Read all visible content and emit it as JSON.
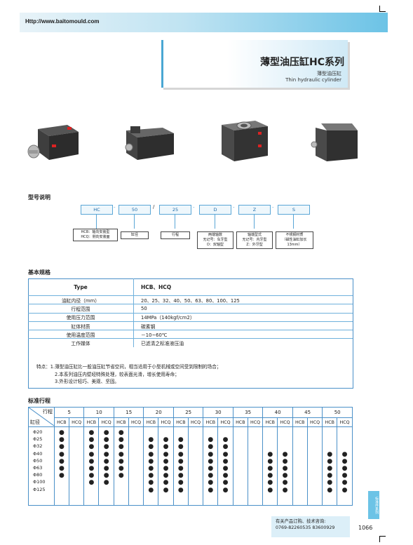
{
  "header": {
    "url": "Http://www.baitomould.com"
  },
  "title": {
    "main": "薄型油压缸HC系列",
    "sub_cn": "薄型油压缸",
    "sub_en": "Thin hydraulic cylinder"
  },
  "model": {
    "section_title": "型号说明",
    "codes": [
      "HC",
      "50",
      "25",
      "D",
      "Z",
      "S"
    ],
    "slash": "/",
    "desc": [
      [
        "HCB：轴向安装型",
        "HCQ：侧向安装面"
      ],
      [
        "缸径"
      ],
      [
        "行程"
      ],
      [
        "两端轴数",
        "无记号：车牙型",
        "D：双轴型"
      ],
      [
        "轴端型式",
        "无记号：内牙型",
        "Z：外牙型"
      ],
      [
        "不锈钢材质",
        "（磁性油缸加长",
        "13mm）"
      ]
    ]
  },
  "spec": {
    "section_title": "基本规格",
    "rows": [
      [
        "Type",
        "HCB、HCQ"
      ],
      [
        "油缸内径（mm）",
        "20、25、32、40、50、63、80、100、125"
      ],
      [
        "行程范围",
        "50"
      ],
      [
        "使用压力范围",
        "14MPa（140kgf/cm2）"
      ],
      [
        "缸体材质",
        "碳素钢"
      ],
      [
        "使用温度范围",
        "－10~60℃"
      ],
      [
        "工作媒体",
        "已滤清之标准液压油"
      ]
    ],
    "notes": [
      "特点：1.薄型油压缸比一般油压缸节省空间，相当适用于小型机械或空间受到限制的场合；",
      "2.本系列油压内壁经特殊处理，较表面光滑，增长使用寿命；",
      "3.外形设计轻巧、美观、坚固。"
    ]
  },
  "stroke": {
    "section_title": "标准行程",
    "corner_top": "行程",
    "corner_bottom": "缸径",
    "strokes": [
      "5",
      "10",
      "15",
      "20",
      "25",
      "30",
      "35",
      "40",
      "45",
      "50"
    ],
    "sub": [
      "HCB",
      "HCQ"
    ],
    "diameters": [
      "Φ20",
      "Φ25",
      "Φ32",
      "Φ40",
      "Φ50",
      "Φ63",
      "Φ80",
      "Φ100",
      "Φ125"
    ],
    "dots": [
      [
        1,
        1,
        1,
        1,
        1,
        1,
        1,
        0,
        0
      ],
      [
        0,
        0,
        0,
        0,
        0,
        0,
        0,
        0,
        0
      ],
      [
        1,
        1,
        1,
        1,
        1,
        1,
        1,
        1,
        0
      ],
      [
        1,
        1,
        1,
        1,
        1,
        1,
        1,
        1,
        0
      ],
      [
        1,
        1,
        1,
        1,
        1,
        1,
        1,
        0,
        0
      ],
      [
        0,
        0,
        0,
        0,
        0,
        0,
        0,
        0,
        0
      ],
      [
        0,
        1,
        1,
        1,
        1,
        1,
        1,
        1,
        1
      ],
      [
        0,
        1,
        1,
        1,
        1,
        1,
        1,
        1,
        1
      ],
      [
        0,
        1,
        1,
        1,
        1,
        1,
        1,
        1,
        1
      ],
      [
        0,
        0,
        0,
        0,
        0,
        0,
        0,
        0,
        0
      ],
      [
        0,
        1,
        1,
        1,
        1,
        1,
        1,
        1,
        1
      ],
      [
        0,
        1,
        1,
        1,
        1,
        1,
        1,
        1,
        1
      ],
      [
        0,
        0,
        0,
        0,
        0,
        0,
        0,
        0,
        0
      ],
      [
        0,
        0,
        0,
        0,
        0,
        0,
        0,
        0,
        0
      ],
      [
        0,
        0,
        0,
        1,
        1,
        1,
        1,
        1,
        1
      ],
      [
        0,
        0,
        0,
        1,
        1,
        1,
        1,
        1,
        1
      ],
      [
        0,
        0,
        0,
        0,
        0,
        0,
        0,
        0,
        0
      ],
      [
        0,
        0,
        0,
        0,
        0,
        0,
        0,
        0,
        0
      ],
      [
        0,
        0,
        0,
        1,
        1,
        1,
        1,
        1,
        1
      ],
      [
        0,
        0,
        0,
        1,
        1,
        1,
        1,
        1,
        1
      ]
    ]
  },
  "footer": {
    "side_tab": "标准件系列",
    "contact_line1": "有关产品订购、技术咨询:",
    "contact_line2": "0769-82260535 83600929",
    "page_number": "1066"
  },
  "colors": {
    "accent": "#4a90c8",
    "header_gradient_end": "#6cc3e6"
  }
}
